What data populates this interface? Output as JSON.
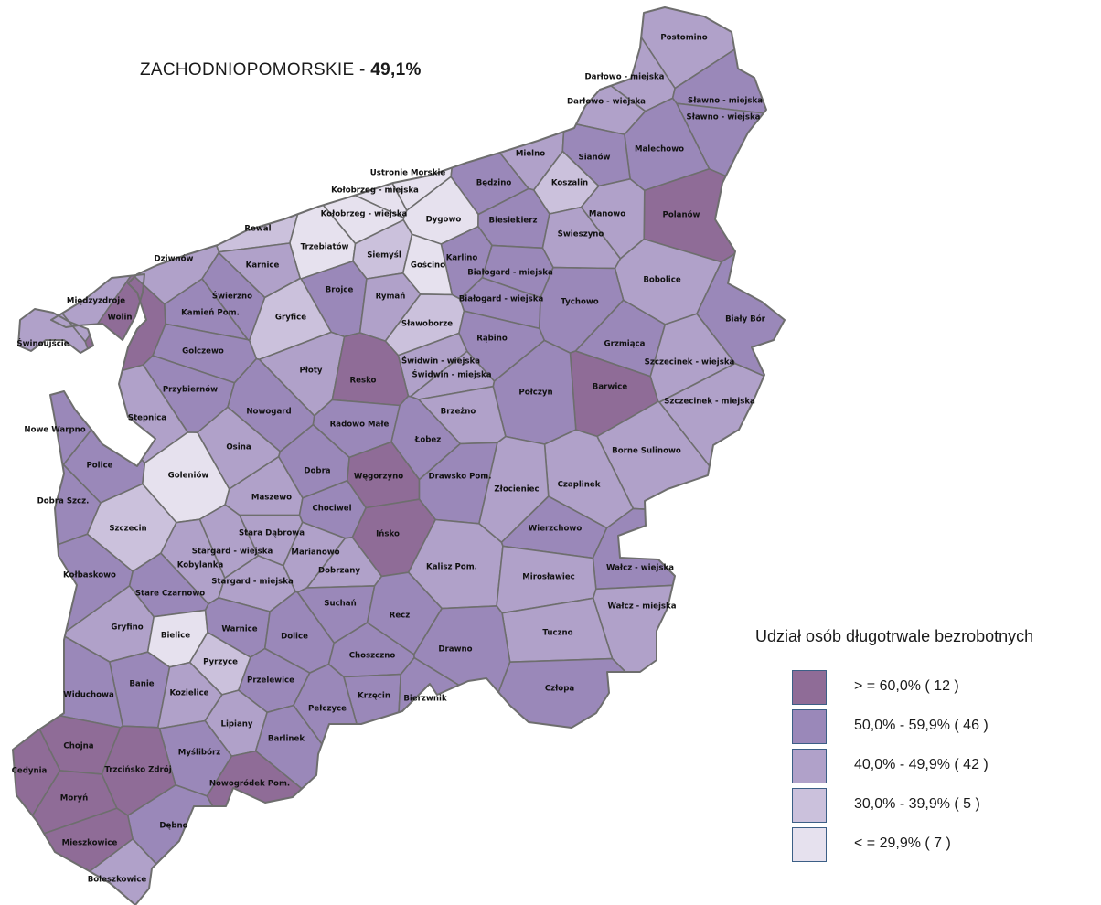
{
  "title": {
    "text": "ZACHODNIOPOMORSKIE - ",
    "value": "49,1%"
  },
  "legend": {
    "title": "Udział osób długotrwale bezrobotnych",
    "classes": [
      {
        "label": "> = 60,0% ( 12 )",
        "color": "#8f6c97"
      },
      {
        "label": "50,0% - 59,9% ( 46 )",
        "color": "#9a88b9"
      },
      {
        "label": "40,0% - 49,9% ( 42 )",
        "color": "#b0a1c9"
      },
      {
        "label": "30,0% - 39,9% ( 5 )",
        "color": "#cbc1dc"
      },
      {
        "label": "< = 29,9% ( 7 )",
        "color": "#e6e1ee"
      }
    ]
  },
  "regions": [
    {
      "name": "Postomino",
      "cls": 2
    },
    {
      "name": "Darłowo - miejska",
      "cls": 2
    },
    {
      "name": "Darłowo - wiejska",
      "cls": 2
    },
    {
      "name": "Sławno - miejska",
      "cls": 1
    },
    {
      "name": "Sławno - wiejska",
      "cls": 1
    },
    {
      "name": "Malechowo",
      "cls": 1
    },
    {
      "name": "Mielno",
      "cls": 2
    },
    {
      "name": "Sianów",
      "cls": 1
    },
    {
      "name": "Ustronie Morskie",
      "cls": 4
    },
    {
      "name": "Kołobrzeg - miejska",
      "cls": 4
    },
    {
      "name": "Będzino",
      "cls": 1
    },
    {
      "name": "Koszalin",
      "cls": 3
    },
    {
      "name": "Polanów",
      "cls": 0
    },
    {
      "name": "Kołobrzeg - wiejska",
      "cls": 4
    },
    {
      "name": "Dygowo",
      "cls": 4
    },
    {
      "name": "Biesiekierz",
      "cls": 1
    },
    {
      "name": "Manowo",
      "cls": 2
    },
    {
      "name": "Rewal",
      "cls": 3
    },
    {
      "name": "Świeszyno",
      "cls": 2
    },
    {
      "name": "Trzebiatów",
      "cls": 4
    },
    {
      "name": "Siemyśl",
      "cls": 3
    },
    {
      "name": "Karlino",
      "cls": 1
    },
    {
      "name": "Dziwnów",
      "cls": 2
    },
    {
      "name": "Gościno",
      "cls": 4
    },
    {
      "name": "Karnice",
      "cls": 2
    },
    {
      "name": "Białogard - miejska",
      "cls": 1
    },
    {
      "name": "Bobolice",
      "cls": 2
    },
    {
      "name": "Brojce",
      "cls": 1
    },
    {
      "name": "Międzyzdroje",
      "cls": 2
    },
    {
      "name": "Świerzno",
      "cls": 1
    },
    {
      "name": "Rymań",
      "cls": 2
    },
    {
      "name": "Białogard - wiejska",
      "cls": 1
    },
    {
      "name": "Tychowo",
      "cls": 1
    },
    {
      "name": "Wolin",
      "cls": 0
    },
    {
      "name": "Kamień Pom.",
      "cls": 1
    },
    {
      "name": "Gryfice",
      "cls": 3
    },
    {
      "name": "Biały Bór",
      "cls": 1
    },
    {
      "name": "Sławoborze",
      "cls": 3
    },
    {
      "name": "Świnoujście",
      "cls": 2
    },
    {
      "name": "Rąbino",
      "cls": 1
    },
    {
      "name": "Grzmiąca",
      "cls": 1
    },
    {
      "name": "Golczewo",
      "cls": 1
    },
    {
      "name": "Płoty",
      "cls": 2
    },
    {
      "name": "Świdwin - wiejska",
      "cls": 2
    },
    {
      "name": "Szczecinek - wiejska",
      "cls": 2
    },
    {
      "name": "Resko",
      "cls": 0
    },
    {
      "name": "Świdwin - miejska",
      "cls": 2
    },
    {
      "name": "Przybiernów",
      "cls": 1
    },
    {
      "name": "Barwice",
      "cls": 0
    },
    {
      "name": "Połczyn",
      "cls": 1
    },
    {
      "name": "Szczecinek - miejska",
      "cls": 2
    },
    {
      "name": "Stepnica",
      "cls": 2
    },
    {
      "name": "Brzeżno",
      "cls": 2
    },
    {
      "name": "Nowogard",
      "cls": 1
    },
    {
      "name": "Nowe Warpno",
      "cls": 1
    },
    {
      "name": "Radowo Małe",
      "cls": 1
    },
    {
      "name": "Łobez",
      "cls": 1
    },
    {
      "name": "Borne Sulinowo",
      "cls": 2
    },
    {
      "name": "Osina",
      "cls": 2
    },
    {
      "name": "Police",
      "cls": 1
    },
    {
      "name": "Goleniów",
      "cls": 4
    },
    {
      "name": "Dobra",
      "cls": 1
    },
    {
      "name": "Węgorzyno",
      "cls": 0
    },
    {
      "name": "Drawsko Pom.",
      "cls": 1
    },
    {
      "name": "Czaplinek",
      "cls": 2
    },
    {
      "name": "Dobra Szcz.",
      "cls": 1
    },
    {
      "name": "Złocieniec",
      "cls": 2
    },
    {
      "name": "Maszewo",
      "cls": 2
    },
    {
      "name": "Chociwel",
      "cls": 1
    },
    {
      "name": "Szczecin",
      "cls": 3
    },
    {
      "name": "Stara Dąbrowa",
      "cls": 2
    },
    {
      "name": "Wierzchowo",
      "cls": 1
    },
    {
      "name": "Ińsko",
      "cls": 0
    },
    {
      "name": "Stargard - wiejska",
      "cls": 2
    },
    {
      "name": "Marianowo",
      "cls": 2
    },
    {
      "name": "Kobylanka",
      "cls": 2
    },
    {
      "name": "Kołbaskowo",
      "cls": 1
    },
    {
      "name": "Wałcz - wiejska",
      "cls": 1
    },
    {
      "name": "Kalisz Pom.",
      "cls": 2
    },
    {
      "name": "Mirosławiec",
      "cls": 2
    },
    {
      "name": "Dobrzany",
      "cls": 2
    },
    {
      "name": "Stargard - miejska",
      "cls": 2
    },
    {
      "name": "Stare Czarnowo",
      "cls": 1
    },
    {
      "name": "Wałcz - miejska",
      "cls": 2
    },
    {
      "name": "Suchań",
      "cls": 1
    },
    {
      "name": "Recz",
      "cls": 1
    },
    {
      "name": "Gryfino",
      "cls": 2
    },
    {
      "name": "Bielice",
      "cls": 4
    },
    {
      "name": "Warnice",
      "cls": 1
    },
    {
      "name": "Dolice",
      "cls": 1
    },
    {
      "name": "Tuczno",
      "cls": 2
    },
    {
      "name": "Pyrzyce",
      "cls": 3
    },
    {
      "name": "Drawno",
      "cls": 1
    },
    {
      "name": "Choszczno",
      "cls": 1
    },
    {
      "name": "Przelewice",
      "cls": 1
    },
    {
      "name": "Banie",
      "cls": 1
    },
    {
      "name": "Widuchowa",
      "cls": 1
    },
    {
      "name": "Kozielice",
      "cls": 2
    },
    {
      "name": "Człopa",
      "cls": 1
    },
    {
      "name": "Krzęcin",
      "cls": 1
    },
    {
      "name": "Bierzwnik",
      "cls": 1
    },
    {
      "name": "Pełczyce",
      "cls": 1
    },
    {
      "name": "Lipiany",
      "cls": 2
    },
    {
      "name": "Barlinek",
      "cls": 1
    },
    {
      "name": "Chojna",
      "cls": 0
    },
    {
      "name": "Myślibórz",
      "cls": 1
    },
    {
      "name": "Cedynia",
      "cls": 0
    },
    {
      "name": "Trzcińsko Zdrój",
      "cls": 0
    },
    {
      "name": "Nowogródek Pom.",
      "cls": 0
    },
    {
      "name": "Moryń",
      "cls": 0
    },
    {
      "name": "Dębno",
      "cls": 1
    },
    {
      "name": "Mieszkowice",
      "cls": 0
    },
    {
      "name": "Boleszkowice",
      "cls": 2
    }
  ]
}
